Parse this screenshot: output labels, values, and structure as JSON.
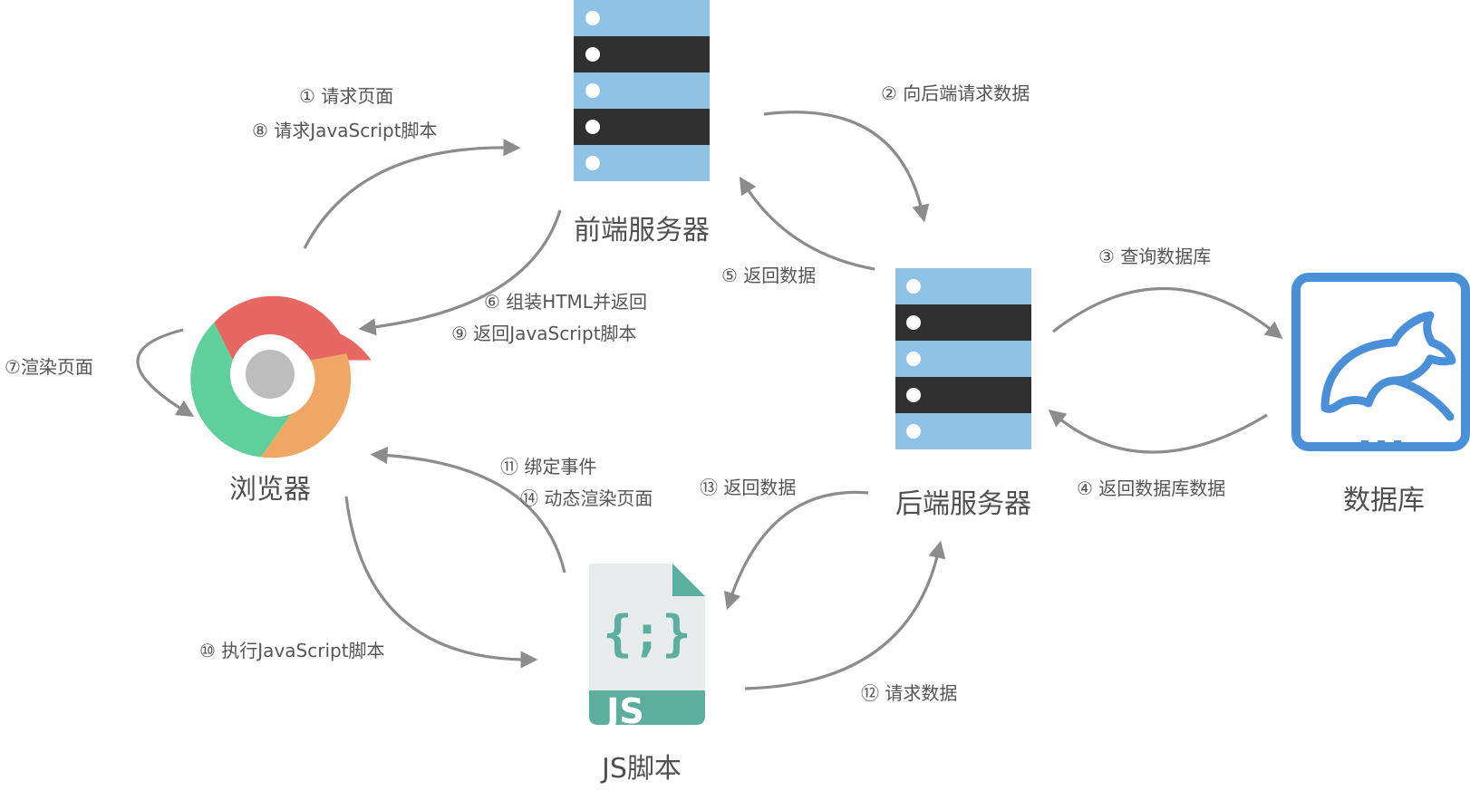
{
  "colors": {
    "server_light": "#8ec3e6",
    "server_dark": "#303030",
    "arrow": "#8c8c8c",
    "chrome_red": "#e76762",
    "chrome_green": "#5fcf9b",
    "chrome_orange": "#f0a766",
    "chrome_center": "#bdbdbd",
    "db_blue": "#4a90d9",
    "js_teal": "#5cae9e",
    "js_page": "#e9ecec"
  },
  "nodes": {
    "frontend": {
      "label": "前端服务器",
      "icon": "server-icon"
    },
    "backend": {
      "label": "后端服务器",
      "icon": "server-icon"
    },
    "database": {
      "label": "数据库",
      "icon": "dolphin-database-icon"
    },
    "browser": {
      "label": "浏览器",
      "icon": "chrome-browser-icon"
    },
    "jsfile": {
      "label": "JS脚本",
      "icon": "js-file-icon",
      "badge": "JS",
      "glyph": "{;}"
    }
  },
  "edges": {
    "e1": "① 请求页面",
    "e8": "⑧ 请求JavaScript脚本",
    "e2": "② 向后端请求数据",
    "e3": "③ 查询数据库",
    "e4": "④ 返回数据库数据",
    "e5": "⑤ 返回数据",
    "e6": "⑥ 组装HTML并返回",
    "e9": "⑨ 返回JavaScript脚本",
    "e7": "⑦渲染页面",
    "e11": "⑪ 绑定事件",
    "e14": "⑭ 动态渲染页面",
    "e13": "⑬ 返回数据",
    "e10": "⑩ 执行JavaScript脚本",
    "e12": "⑫ 请求数据"
  }
}
